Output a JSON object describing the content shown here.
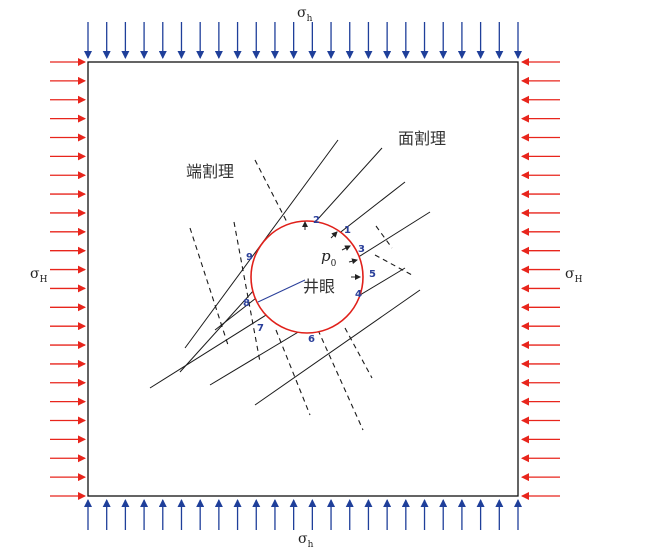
{
  "labels": {
    "sigma": "σ",
    "sub_h": "h",
    "sub_H": "H",
    "face_cleat": "面割理",
    "butt_cleat": "端割理",
    "wellbore": "井眼",
    "pressure_p": "p",
    "pressure_sub": "0"
  },
  "crack_numbers": [
    "1",
    "2",
    "3",
    "4",
    "5",
    "6",
    "7",
    "8",
    "9"
  ],
  "colors": {
    "horizontal_arrows": "#e8251c",
    "vertical_arrows": "#1f3f9a",
    "wellbore": "#e0201a",
    "cleat_lines": "#1a1a1a",
    "numbers": "#2a3f9a"
  },
  "stress": {
    "sigma_h_arrow_count": 24,
    "sigma_H_arrow_count": 24
  }
}
